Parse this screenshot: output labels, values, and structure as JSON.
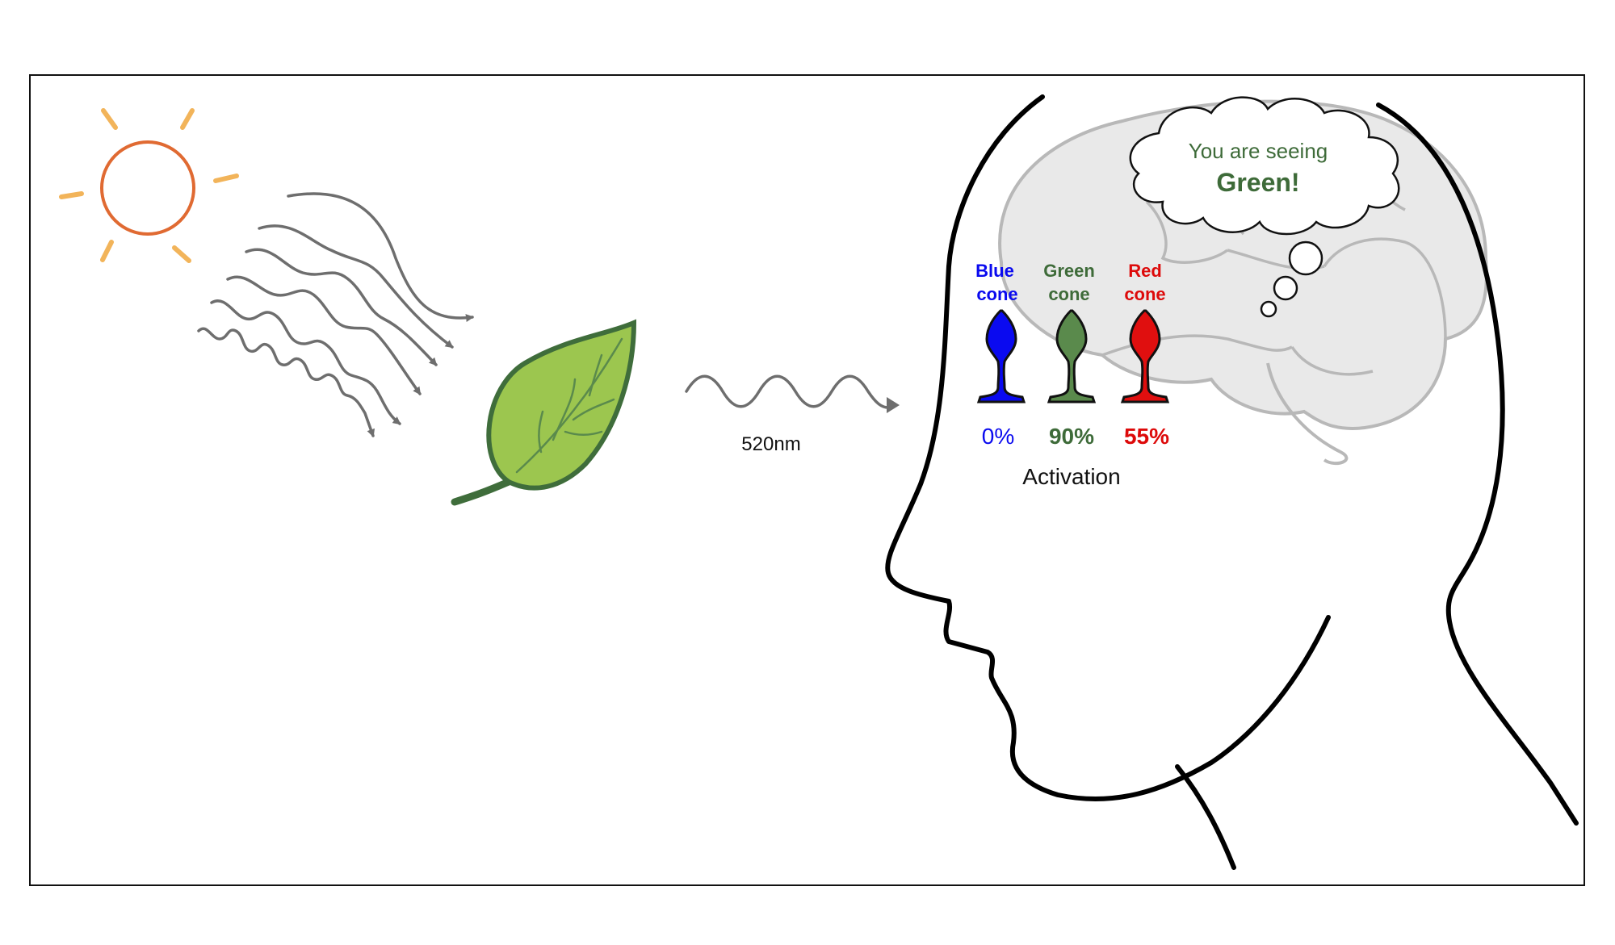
{
  "thought": {
    "line1": "You are seeing",
    "line2": "Green!"
  },
  "wavelength_label": "520nm",
  "cones": [
    {
      "label_line1": "Blue",
      "label_line2": "cone",
      "activation": "0%",
      "color": "#0a0aef",
      "body_color": "#0a0af0"
    },
    {
      "label_line1": "Green",
      "label_line2": "cone",
      "activation": "90%",
      "color": "#3e6b39",
      "body_color": "#5a8a4c"
    },
    {
      "label_line1": "Red",
      "label_line2": "cone",
      "activation": "55%",
      "color": "#dd0a0a",
      "body_color": "#e00f0f"
    }
  ],
  "activation_label": "Activation",
  "colors": {
    "sun_ring": "#e06a32",
    "sun_rays": "#f2b45a",
    "leaf_fill": "#9cc64f",
    "leaf_outline": "#3f6d3b",
    "light_waves": "#6e6e6e",
    "brain_fill": "#e9e9e9",
    "brain_outline": "#b8b8b8",
    "head_outline": "#000000",
    "thought_text": "#3e6b39"
  },
  "icons": [
    "sun-icon",
    "leaf-icon",
    "light-wave-icon",
    "head-outline",
    "brain-icon",
    "thought-bubble",
    "cone-cell-icon"
  ]
}
